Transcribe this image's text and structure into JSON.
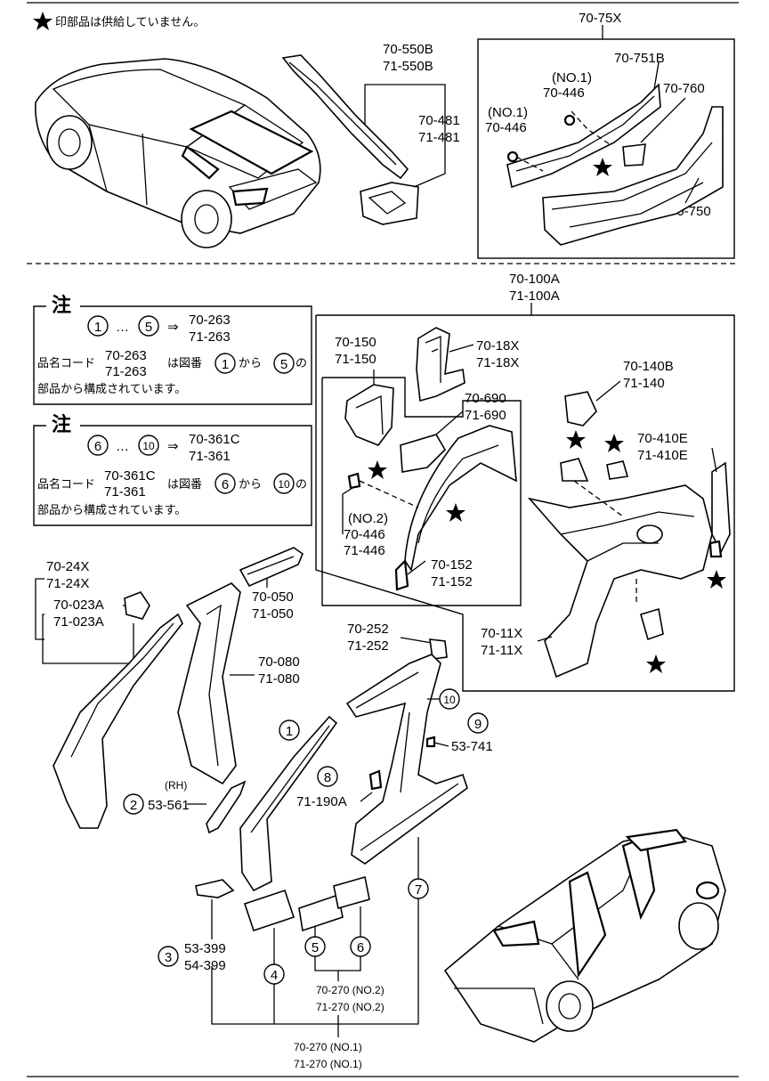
{
  "notice": {
    "text": "印部品は供給していません。"
  },
  "group_70_75x": {
    "title": "70-75X",
    "p751b": "70-751B",
    "p760": "70-760",
    "p446a_no": "(NO.1)",
    "p446a": "70-446",
    "p446b_no": "(NO.1)",
    "p446b": "70-446",
    "p750": "70-750"
  },
  "top_parts": {
    "p550b_1": "70-550B",
    "p550b_2": "71-550B",
    "p481_1": "70-481",
    "p481_2": "71-481"
  },
  "note1": {
    "title": "注",
    "range_a": "1",
    "range_b": "5",
    "ellipsis": "…",
    "arrow": "⇒",
    "code1": "70-263",
    "code2": "71-263",
    "line2_pre": "品名コード",
    "line2_mid": "は図番",
    "line2_kara": "から",
    "line2_no": "の",
    "line3": "部品から構成されています。"
  },
  "note2": {
    "title": "注",
    "range_a": "6",
    "range_b": "10",
    "ellipsis": "…",
    "arrow": "⇒",
    "code1": "70-361C",
    "code2": "71-361",
    "line2_pre": "品名コード",
    "line2_mid": "は図番",
    "line2_kara": "から",
    "line2_no": "の",
    "line3": "部品から構成されています。"
  },
  "group_70_100a": {
    "title1": "70-100A",
    "title2": "71-100A",
    "p150_1": "70-150",
    "p150_2": "71-150",
    "p18x_1": "70-18X",
    "p18x_2": "71-18X",
    "p690_1": "70-690",
    "p690_2": "71-690",
    "p140b_1": "70-140B",
    "p140b_2": "71-140",
    "p410e_1": "70-410E",
    "p410e_2": "71-410E",
    "p446_no": "(NO.2)",
    "p446_1": "70-446",
    "p446_2": "71-446",
    "p152_1": "70-152",
    "p152_2": "71-152",
    "p11x_1": "70-11X",
    "p11x_2": "71-11X"
  },
  "lower_parts": {
    "p24x_1": "70-24X",
    "p24x_2": "71-24X",
    "p023a_1": "70-023A",
    "p023a_2": "71-023A",
    "p050_1": "70-050",
    "p050_2": "71-050",
    "p080_1": "70-080",
    "p080_2": "71-080",
    "p252_1": "70-252",
    "p252_2": "71-252",
    "p741": "53-741",
    "p190a": "71-190A",
    "rh": "(RH)",
    "p561": "53-561",
    "p399_1": "53-399",
    "p399_2": "54-399",
    "p270_no2_1": "70-270 (NO.2)",
    "p270_no2_2": "71-270 (NO.2)",
    "p270_no1_1": "70-270 (NO.1)",
    "p270_no1_2": "71-270 (NO.1)",
    "c1": "1",
    "c2": "2",
    "c3": "3",
    "c4": "4",
    "c5": "5",
    "c6": "6",
    "c7": "7",
    "c8": "8",
    "c9": "9",
    "c10": "10"
  }
}
